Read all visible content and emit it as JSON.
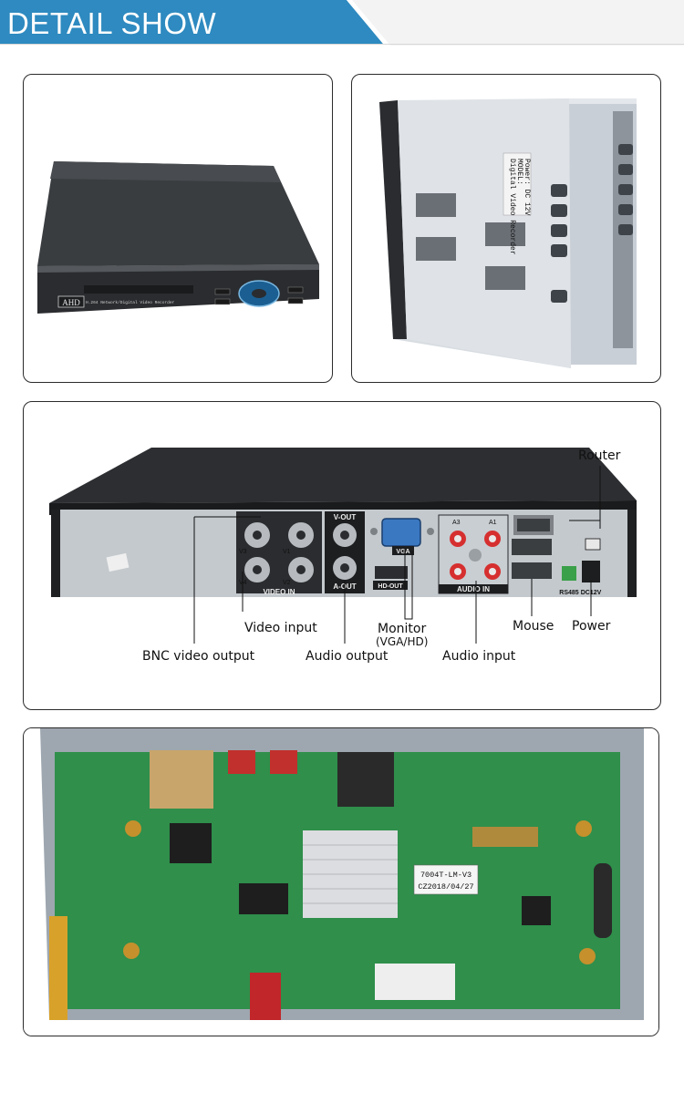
{
  "header": {
    "title": "DETAIL SHOW"
  },
  "front_panel": {
    "brand": "AHD",
    "model_text": "H.264 Network/Digital Video Recorder"
  },
  "back_panel": {
    "sticker_lines": [
      "Digital Video Recorder",
      "MODEL:",
      "Power: DC 12V"
    ]
  },
  "rear_ports": {
    "section_labels": {
      "video_in": "VIDEO IN",
      "v_out": "V-OUT",
      "a_out": "A-OUT",
      "vga": "VGA",
      "hd_out": "HD-OUT",
      "audio_in": "AUDIO IN",
      "rs485": "RS485",
      "dc12v": "DC12V"
    },
    "channel_labels": [
      "V3",
      "V1",
      "V4",
      "V2"
    ],
    "audio_channel_labels": [
      "A3",
      "A1"
    ],
    "callouts": {
      "router": "Router",
      "video_input": "Video input",
      "monitor": "Monitor",
      "monitor_sub": "(VGA/HD)",
      "mouse": "Mouse",
      "power": "Power",
      "bnc_video_output": "BNC video output",
      "audio_output": "Audio output",
      "audio_input": "Audio input"
    }
  },
  "board": {
    "label_line1": "7004T-LM-V3",
    "label_line2": "CZ2018/04/27"
  },
  "colors": {
    "header_blue": "#2e8ac0",
    "pcb_green": "#2f8f4b",
    "chassis_dark": "#2c2e31"
  }
}
